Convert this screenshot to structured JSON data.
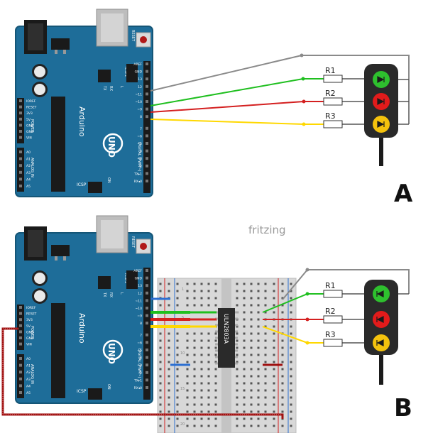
{
  "watermark": "fritzing",
  "panels": [
    {
      "label": "A",
      "board": {
        "brand": "Arduino",
        "model": "UNO",
        "reset": "RESET",
        "icsp2": "ICSP2",
        "icsp": "ICSP",
        "tx": "TX",
        "rx": "RX",
        "l": "L",
        "on": "ON",
        "aref": "AREF",
        "gnd": "GND",
        "digital": "DIGITAL (PWM~)",
        "power": "POWER",
        "analog": "ANALOG IN",
        "digital_pins": [
          "AREF",
          "GND",
          "13",
          "12",
          "~11",
          "~10",
          "~9",
          "8",
          "7",
          "~6",
          "~5",
          "4",
          "~3",
          "2",
          "TX▸1",
          "RX◂0"
        ],
        "power_pins": [
          "IOREF",
          "RESET",
          "3V3",
          "5V",
          "GND",
          "GND",
          "VIN"
        ],
        "analog_pins": [
          "A0",
          "A1",
          "A2",
          "A3",
          "A4",
          "A5"
        ]
      },
      "resistors": [
        "R1",
        "R2",
        "R3"
      ]
    },
    {
      "label": "B",
      "board": {
        "brand": "Arduino",
        "model": "UNO",
        "reset": "RESET",
        "icsp2": "ICSP2",
        "icsp": "ICSP",
        "tx": "TX",
        "rx": "RX",
        "l": "L",
        "on": "ON",
        "aref": "AREF",
        "gnd": "GND",
        "digital": "DIGITAL (PWM~)",
        "power": "POWER",
        "analog": "ANALOG IN",
        "digital_pins": [
          "AREF",
          "GND",
          "13",
          "12",
          "~11",
          "~10",
          "~9",
          "8",
          "7",
          "~6",
          "~5",
          "4",
          "~3",
          "2",
          "TX▸1",
          "RX◂0"
        ],
        "power_pins": [
          "IOREF",
          "RESET",
          "3V3",
          "5V",
          "GND",
          "GND",
          "VIN"
        ],
        "analog_pins": [
          "A0",
          "A1",
          "A2",
          "A3",
          "A4",
          "A5"
        ]
      },
      "resistors": [
        "R1",
        "R2",
        "R3"
      ],
      "chip": "ULN2803A",
      "breadboard_rows": [
        "1",
        "5",
        "10",
        "15",
        "20"
      ]
    }
  ],
  "colors": {
    "board": "#1e6d99",
    "board_dark": "#155677",
    "wire_gray": "#8a8a8a",
    "wire_green": "#1fbf1f",
    "wire_red": "#d42020",
    "wire_yellow": "#ffd800",
    "wire_dark_red": "#a01010",
    "wire_blue": "#2d6fd1",
    "led_green": "#2ec02e",
    "led_red": "#e21b1b",
    "led_yellow": "#f4c20d",
    "traffic_body": "#2a2a2a",
    "breadboard": "#d8d8d8"
  }
}
